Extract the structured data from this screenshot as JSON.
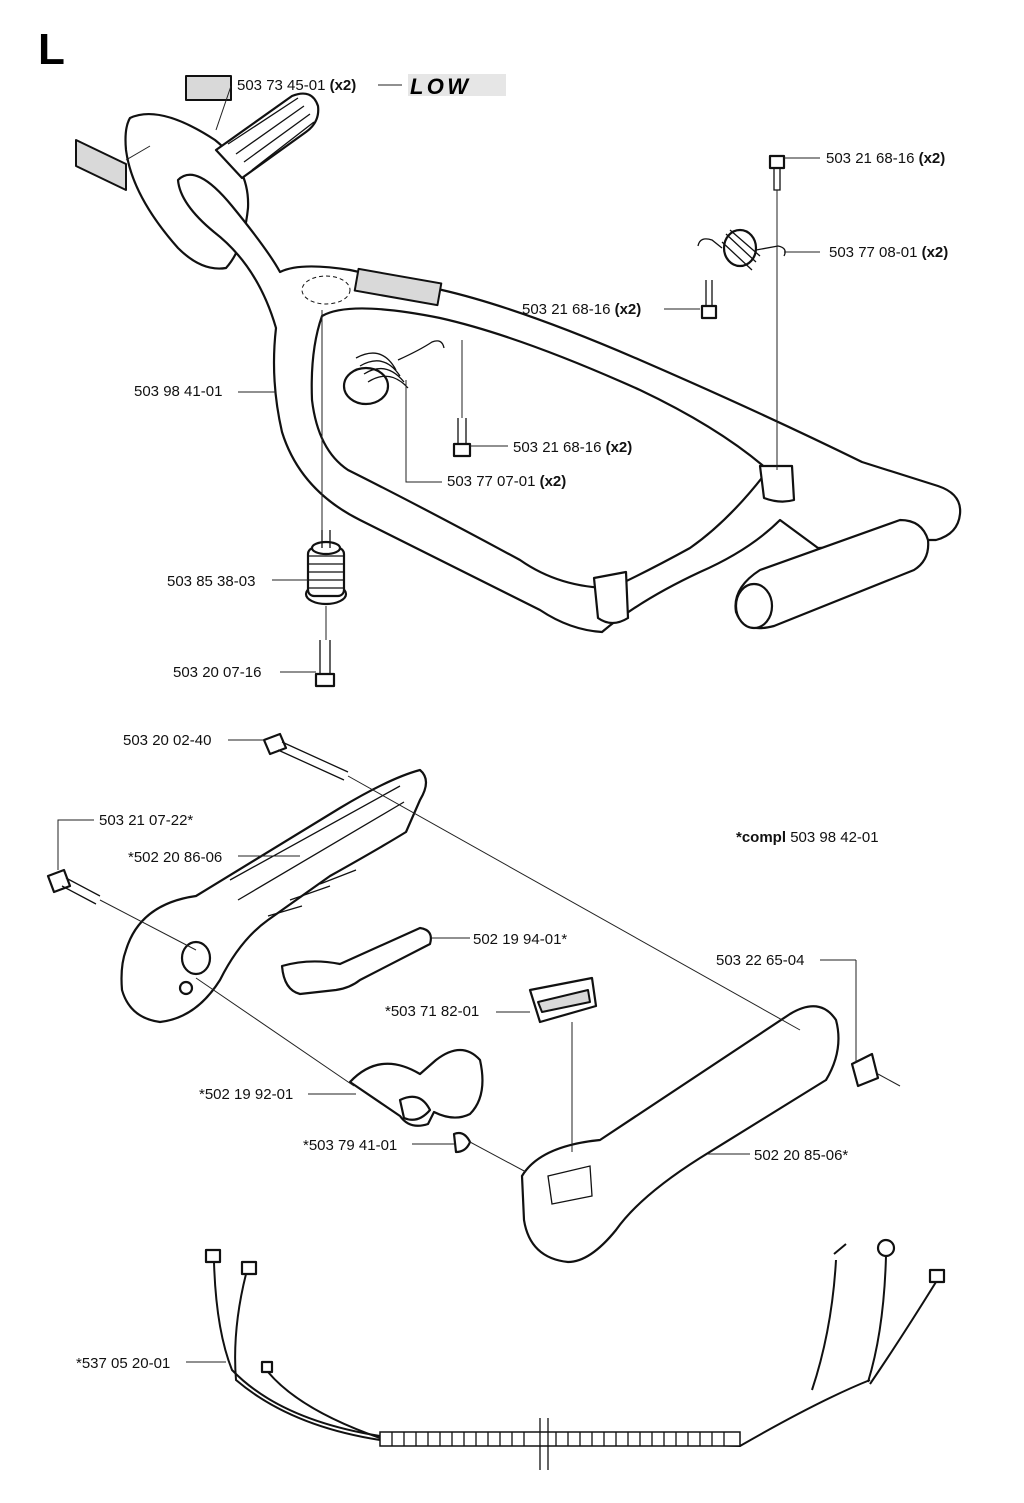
{
  "section_letter": "L",
  "logo_text": "LOW",
  "note": {
    "bold": "*compl",
    "text": "503 98 42-01"
  },
  "labels": [
    {
      "id": "decal",
      "num": "503 73 45-01",
      "qty": "(x2)"
    },
    {
      "id": "screw-top-right",
      "num": "503 21 68-16",
      "qty": "(x2)"
    },
    {
      "id": "spring-right",
      "num": "503 77 08-01",
      "qty": "(x2)"
    },
    {
      "id": "screw-mid-right",
      "num": "503 21 68-16",
      "qty": "(x2)"
    },
    {
      "id": "handlebar",
      "num": "503 98 41-01",
      "qty": ""
    },
    {
      "id": "screw-center",
      "num": "503 21 68-16",
      "qty": "(x2)"
    },
    {
      "id": "spring-center",
      "num": "503 77 07-01",
      "qty": "(x2)"
    },
    {
      "id": "damper",
      "num": "503 85 38-03",
      "qty": ""
    },
    {
      "id": "bolt-damper",
      "num": "503 20 07-16",
      "qty": ""
    },
    {
      "id": "bolt-long",
      "num": "503 20 02-40",
      "qty": ""
    },
    {
      "id": "bolt-short",
      "num": "503 21 07-22*",
      "qty": ""
    },
    {
      "id": "handle-half-left",
      "num": "*502 20 86-06",
      "qty": ""
    },
    {
      "id": "throttle-lock",
      "num": "502 19 94-01*",
      "qty": ""
    },
    {
      "id": "nut",
      "num": "503 22 65-04",
      "qty": ""
    },
    {
      "id": "switch",
      "num": "*503 71 82-01",
      "qty": ""
    },
    {
      "id": "trigger",
      "num": "*502 19 92-01",
      "qty": ""
    },
    {
      "id": "trigger-spring",
      "num": "*503 79 41-01",
      "qty": ""
    },
    {
      "id": "handle-half-right",
      "num": "502 20 85-06*",
      "qty": ""
    },
    {
      "id": "wire-harness",
      "num": "*537 05 20-01",
      "qty": ""
    }
  ]
}
